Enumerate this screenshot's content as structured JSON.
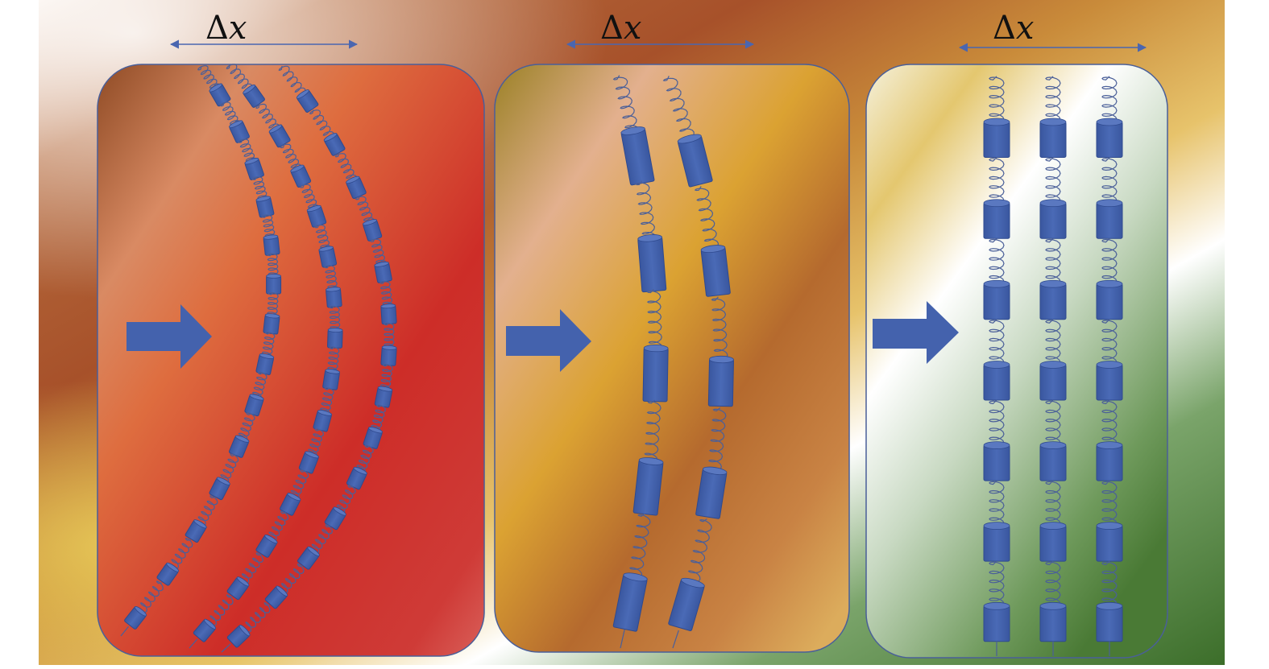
{
  "panels": [
    {
      "id": "curved-chains",
      "delta_label": {
        "symbol": "Δ",
        "variable": "x"
      },
      "chains": 3,
      "segments_per_chain": 14,
      "state": "strongly bent"
    },
    {
      "id": "slightly-bent-chains",
      "delta_label": {
        "symbol": "Δ",
        "variable": "x"
      },
      "chains": 2,
      "segments_per_chain": 5,
      "state": "slightly bent"
    },
    {
      "id": "straight-chains",
      "delta_label": {
        "symbol": "Δ",
        "variable": "x"
      },
      "chains": 3,
      "segments_per_chain": 7,
      "state": "straight"
    }
  ],
  "colors": {
    "block_fill": "#4462ad",
    "block_stroke": "#2f4a8f",
    "spring": "#4a5f99",
    "arrow": "#4462ad",
    "panel1_fill": "#d43a2e",
    "panel2_fill": "#d9a03a",
    "panel3_fill": "#f3f0df",
    "background_warm": "#b4602a",
    "background_cool": "#4a7a35"
  },
  "icons": [
    "right-arrow-icon",
    "double-headed-arrow-icon"
  ]
}
